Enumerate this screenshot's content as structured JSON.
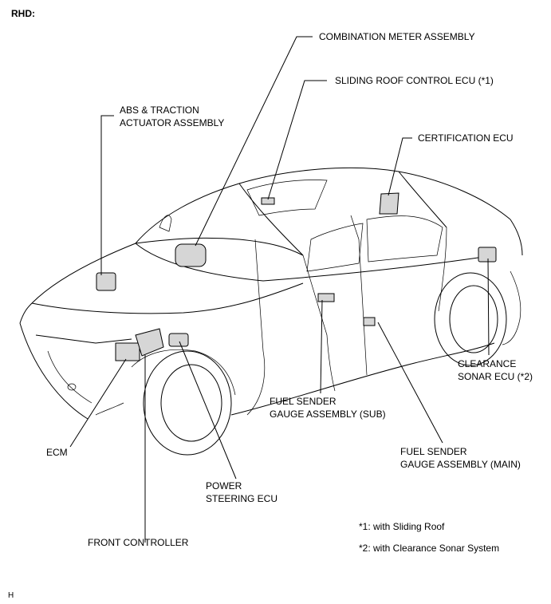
{
  "header": {
    "variant": "RHD:"
  },
  "labels": {
    "combination_meter": "COMBINATION METER ASSEMBLY",
    "sliding_roof_ecu": "SLIDING ROOF CONTROL ECU (*1)",
    "abs_line1": "ABS & TRACTION",
    "abs_line2": "ACTUATOR ASSEMBLY",
    "certification_ecu": "CERTIFICATION ECU",
    "clearance_line1": "CLEARANCE",
    "clearance_line2": "SONAR ECU (*2)",
    "fuel_sub_line1": "FUEL SENDER",
    "fuel_sub_line2": "GAUGE ASSEMBLY (SUB)",
    "fuel_main_line1": "FUEL SENDER",
    "fuel_main_line2": "GAUGE ASSEMBLY (MAIN)",
    "ecm": "ECM",
    "power_steering_line1": "POWER",
    "power_steering_line2": "STEERING ECU",
    "front_controller": "FRONT CONTROLLER"
  },
  "notes": {
    "note1": "*1: with Sliding Roof",
    "note2": "*2: with Clearance Sonar System"
  },
  "footer": {
    "code": "H"
  }
}
